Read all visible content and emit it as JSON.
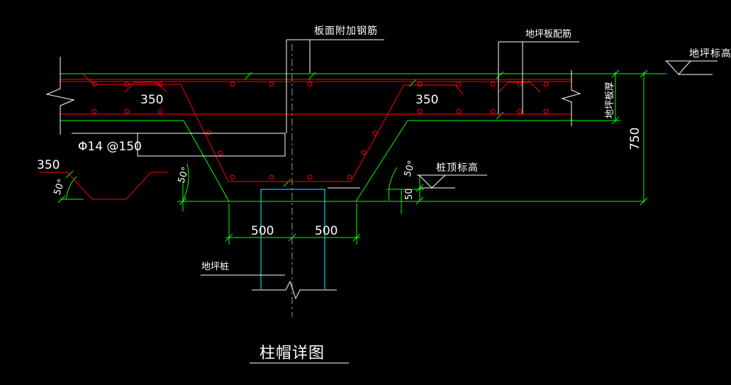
{
  "drawing": {
    "title": "柱帽详图",
    "labels": {
      "slab_additional_rebar": "板面附加钢筋",
      "floor_slab_rebar": "地坪板配筋",
      "floor_elevation": "地坪标高",
      "floor_slab_thickness": "地坪板厚",
      "pile_top_elevation": "桩顶标高",
      "floor_pile": "地坪桩",
      "cap_rebar_spec": "Φ14 @150"
    },
    "dimensions": {
      "cap_total_height": "750",
      "bar_extension_left": "350",
      "bar_extension_right": "350",
      "chair_bar_length": "350",
      "cap_half_width_left": "500",
      "cap_half_width_right": "500",
      "pile_embedment": "50",
      "slope_angle_left": "50°",
      "slope_angle_right": "50°",
      "chair_bend_angle": "50°"
    },
    "colors": {
      "background": "#000000",
      "concrete_outline_green": "#00ff00",
      "rebar_red": "#ff0000",
      "pile_cyan": "#00ffff",
      "annotation_white": "#ffffff",
      "centerline_gray": "#9c9c9c"
    }
  }
}
